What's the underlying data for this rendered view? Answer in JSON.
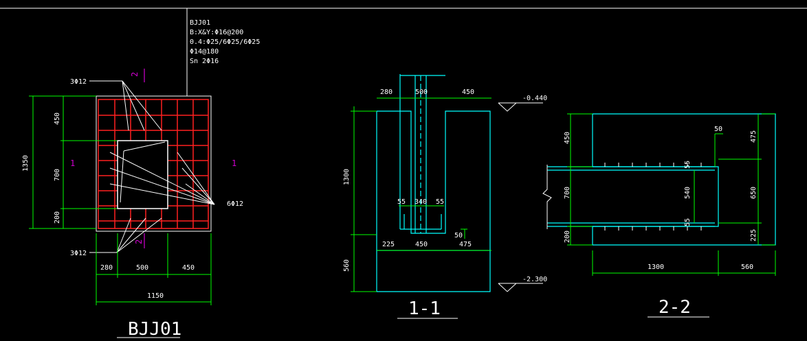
{
  "colors": {
    "background": "#000000",
    "dim": "#00ff00",
    "outline": "#00ffff",
    "rebar": "#ff2020",
    "text": "#ffffff",
    "section_mark": "#d000d0",
    "leader": "#ffffff"
  },
  "plan": {
    "title": "BJJ01",
    "spec_lines": [
      "BJJ01",
      "B:X&Y:Φ16@200",
      "0.4:Φ25/6Φ25/6Φ25",
      "Φ14@180",
      "Sn  2Φ16"
    ],
    "callout_top": "3Φ12",
    "callout_bottom": "3Φ12",
    "callout_side": "6Φ12",
    "mark_1": "1",
    "mark_2": "2",
    "dims_left": [
      "1350",
      "450",
      "700",
      "200"
    ],
    "dims_bottom": [
      "280",
      "500",
      "450"
    ],
    "dim_total": "1150"
  },
  "section_1": {
    "title": "1-1",
    "elev_top": "-0.440",
    "elev_bottom": "-2.300",
    "dims_top": [
      "280",
      "500",
      "450"
    ],
    "dims_left": [
      "1300",
      "560"
    ],
    "dims_socket": [
      "55",
      "340",
      "55"
    ],
    "dims_base": [
      "225",
      "450",
      "475"
    ],
    "dim_50": "50"
  },
  "section_2": {
    "title": "2-2",
    "dims_right": [
      "475",
      "650",
      "225"
    ],
    "dims_left": [
      "450",
      "700",
      "200"
    ],
    "dims_bottom": [
      "1300",
      "560"
    ],
    "dim_50": "50",
    "dims_inner": [
      "55",
      "540",
      "55"
    ]
  }
}
